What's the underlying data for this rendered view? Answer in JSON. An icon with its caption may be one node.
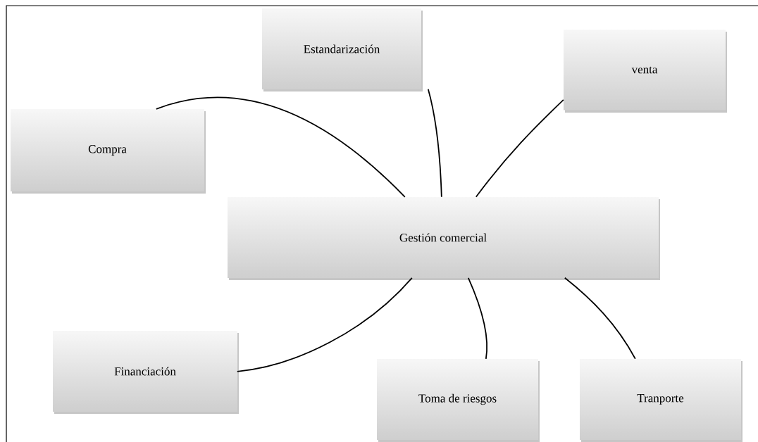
{
  "diagram": {
    "nodes": [
      {
        "text": [
          "Estandarización"
        ]
      },
      {
        "text": [
          "venta"
        ]
      },
      {
        "text": [
          "Compra"
        ]
      },
      {
        "text": [
          "Gestión comercial"
        ]
      },
      {
        "text": [
          "Financiación"
        ]
      },
      {
        "text": [
          "Toma de riesgos"
        ]
      },
      {
        "text": [
          "Tranporte"
        ]
      }
    ],
    "edges": [
      {
        "from": 3,
        "to": 2,
        "arrow": "none"
      },
      {
        "from": 3,
        "to": 0,
        "arrow": "none"
      },
      {
        "from": 3,
        "to": 1,
        "arrow": "none"
      },
      {
        "from": 3,
        "to": 4,
        "arrow": "none"
      },
      {
        "from": 3,
        "to": 5,
        "arrow": "none"
      },
      {
        "from": 3,
        "to": 6,
        "arrow": "none"
      }
    ]
  }
}
